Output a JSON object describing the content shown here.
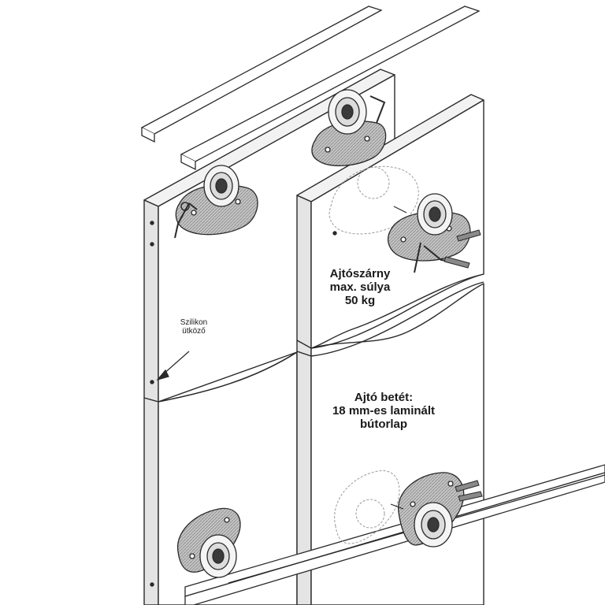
{
  "labels": {
    "door_weight": {
      "line1": "Ajtószárny",
      "line2": "max. súlya",
      "line3": "50 kg"
    },
    "door_insert": {
      "line1": "Ajtó betét:",
      "line2": "18 mm-es laminált",
      "line3": "bútorlap"
    },
    "silicone_stop": {
      "line1": "Szilikon",
      "line2": "ütköző"
    }
  },
  "colors": {
    "line": "#2a2a2a",
    "panel": "#ffffff",
    "edge": "#e6e6e6",
    "part": "#b9b9b9",
    "wheel_core": "#3a3a3a"
  }
}
